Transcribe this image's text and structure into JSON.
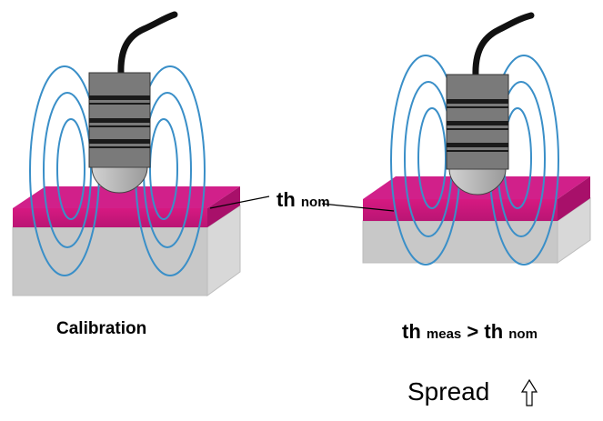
{
  "labels": {
    "th_main": "th",
    "th_sub": "nom",
    "calibration": "Calibration",
    "meas_th": "th",
    "meas_sub": "meas",
    "meas_op": ">",
    "nom_th": "th",
    "nom_sub": "nom",
    "spread": "Spread"
  },
  "icons": {
    "spread_arrow": "up-arrow-outline-icon",
    "probe": "eddy-current-probe-icon"
  },
  "colors": {
    "coating": "#c8187a",
    "substrate": "#c8c8c8",
    "field_lines": "#3a8fc8",
    "probe_body": "#7a7a7a",
    "probe_tip": "#b4b4b4"
  }
}
